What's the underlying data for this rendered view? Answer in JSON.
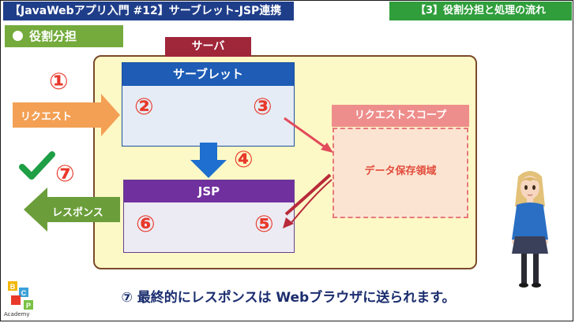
{
  "header": {
    "title": "【JavaWebアプリ入門 #12】サーブレット-JSP連携",
    "section": "【3】役割分担と処理の流れ"
  },
  "topic": {
    "label": "役割分担"
  },
  "diagram": {
    "server_label": "サーバ",
    "servlet_label": "サーブレット",
    "jsp_label": "JSP",
    "scope_label": "リクエストスコープ",
    "scope_content": "データ保存領域",
    "request_label": "リクエスト",
    "response_label": "レスポンス",
    "steps": [
      "①",
      "②",
      "③",
      "④",
      "⑤",
      "⑥",
      "⑦"
    ]
  },
  "caption": {
    "text": "⑦ 最終的にレスポンスは Webブラウザに送られます。"
  },
  "logo": {
    "letters": [
      "B",
      "C",
      "P"
    ],
    "label": "Academy"
  },
  "colors": {
    "title_bar": "#1f3e8a",
    "section_bar": "#2f9e3b",
    "topic_box": "#74ab3c",
    "server_area": "#fdf9c6",
    "server_label": "#a0263a",
    "servlet_head": "#1e5cb5",
    "jsp_head": "#70309e",
    "scope_label": "#ee8e8c",
    "request_arrow": "#f3a055",
    "response_arrow": "#6b9e3a",
    "step_number": "#e8392b",
    "check_mark": "#1e9e45"
  }
}
